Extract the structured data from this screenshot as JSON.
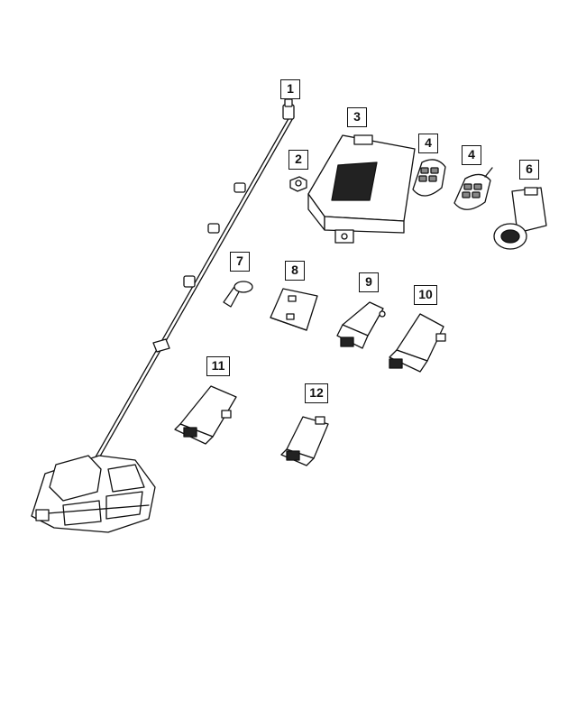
{
  "callouts": [
    {
      "id": "c1",
      "label": "1"
    },
    {
      "id": "c2",
      "label": "2"
    },
    {
      "id": "c3",
      "label": "3"
    },
    {
      "id": "c4a",
      "label": "4"
    },
    {
      "id": "c4b",
      "label": "4"
    },
    {
      "id": "c6",
      "label": "6"
    },
    {
      "id": "c7",
      "label": "7"
    },
    {
      "id": "c8",
      "label": "8"
    },
    {
      "id": "c9",
      "label": "9"
    },
    {
      "id": "c10",
      "label": "10"
    },
    {
      "id": "c11",
      "label": "11"
    },
    {
      "id": "c12",
      "label": "12"
    }
  ],
  "colors": {
    "line": "#111111",
    "fill": "#ffffff",
    "screen": "#222222",
    "key": "#888888"
  }
}
